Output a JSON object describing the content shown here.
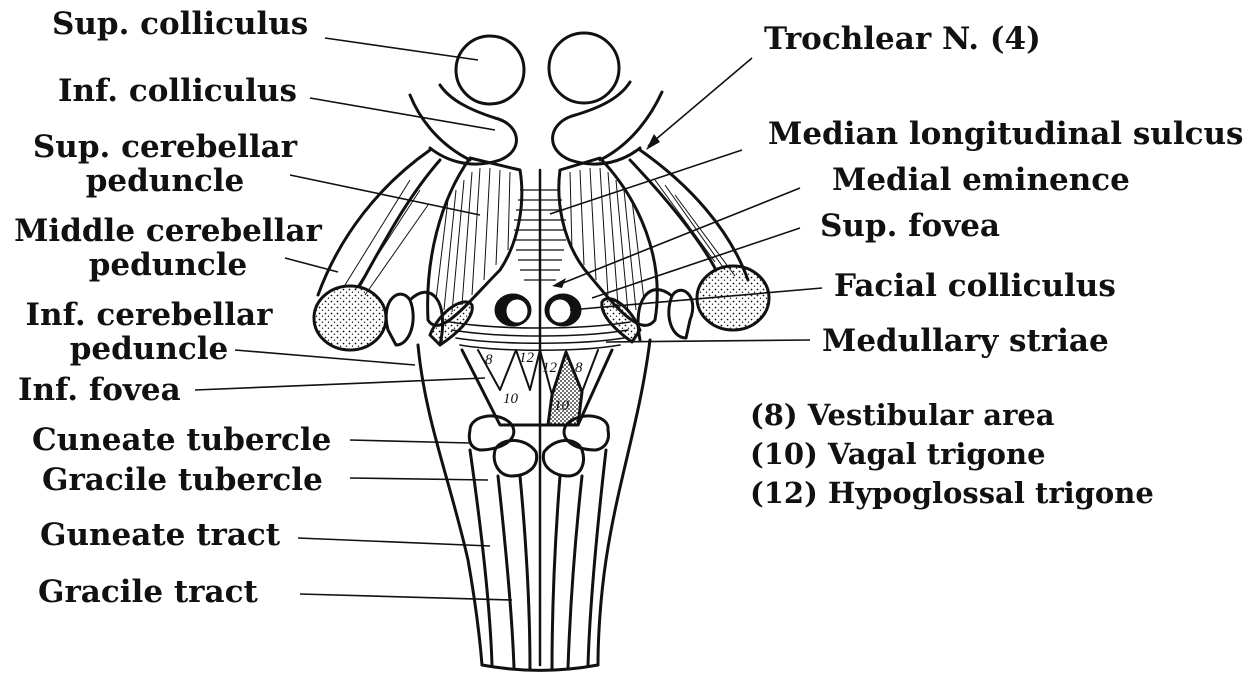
{
  "labels_left": {
    "sup_colliculus": "Sup. colliculus",
    "inf_colliculus": "Inf. colliculus",
    "sup_cerebellar_peduncle": "Sup. cerebellar peduncle",
    "middle_cerebellar_peduncle": "Middle cerebellar peduncle",
    "inf_cerebellar_peduncle": "Inf. cerebellar peduncle",
    "inf_fovea": "Inf. fovea",
    "cuneate_tubercle": "Cuneate tubercle",
    "gracile_tubercle": "Gracile tubercle",
    "guneate_tract": "Guneate tract",
    "gracile_tract": "Gracile tract"
  },
  "labels_right": {
    "trochlear_n": "Trochlear N. (4)",
    "median_longitudinal_sulcus": "Median longitudinal sulcus",
    "medial_eminence": "Medial eminence",
    "sup_fovea": "Sup. fovea",
    "facial_colliculus": "Facial colliculus",
    "medullary_striae": "Medullary striae"
  },
  "key": [
    "(8) Vestibular area",
    "(10) Vagal trigone",
    "(12) Hypoglossal trigone"
  ],
  "region_numbers": {
    "left_vestibular": "8",
    "left_hypoglossal": "12",
    "left_vagal": "10",
    "right_hypoglossal": "12",
    "right_vestibular": "8",
    "right_vagal": "10"
  },
  "colors": {
    "ink": "#111111",
    "background": "#ffffff"
  }
}
